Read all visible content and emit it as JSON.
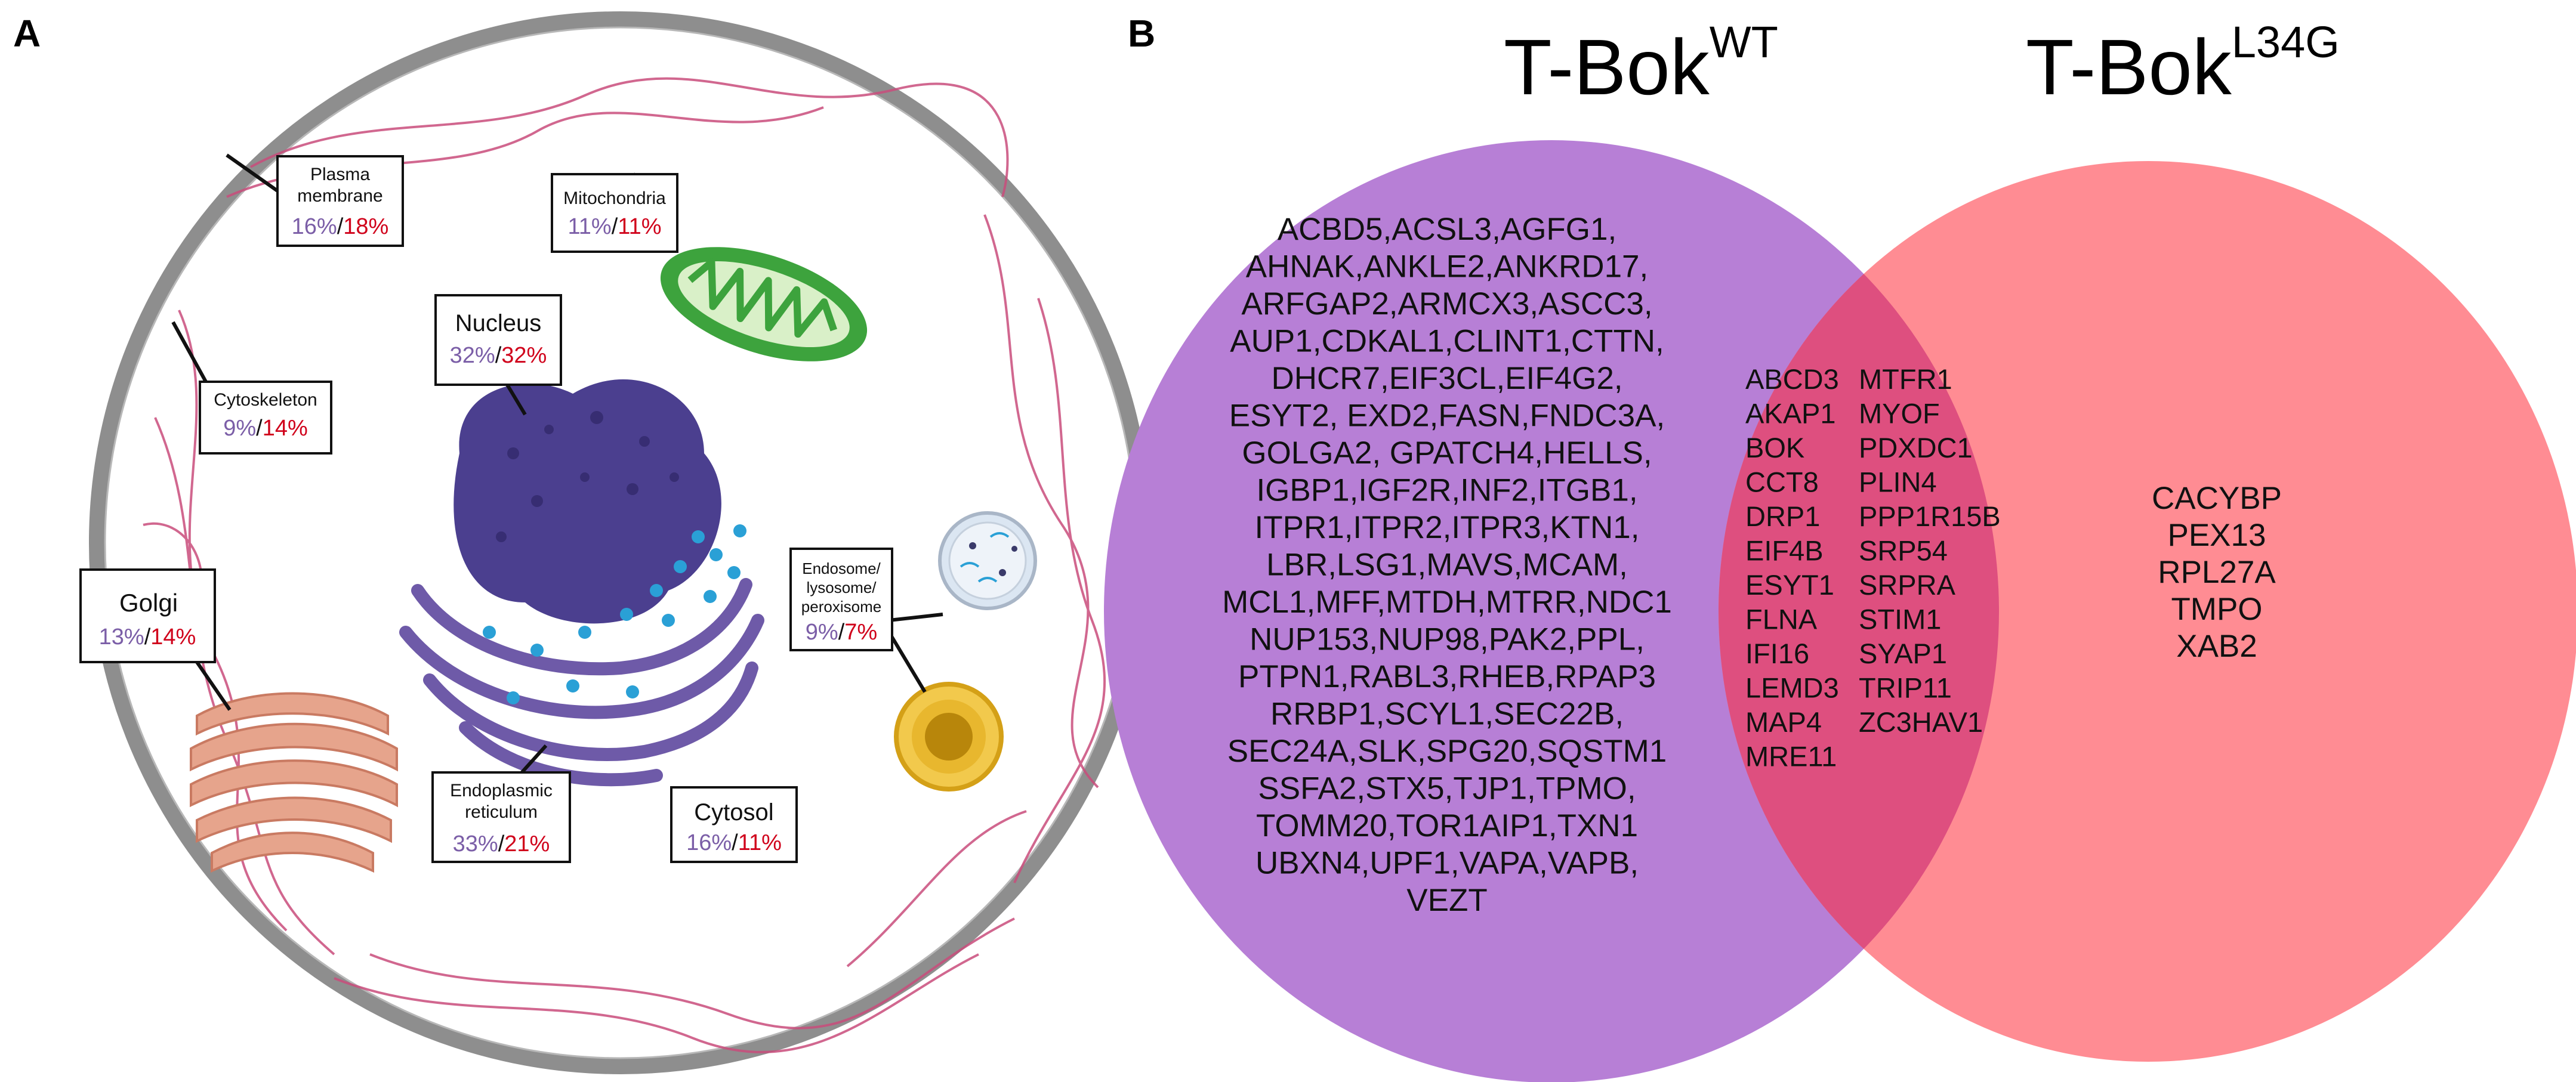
{
  "colors": {
    "wt": "#7b5ea7",
    "mut": "#d0021b",
    "venn_wt": "#b77fd6",
    "venn_mut": "#ff8c93",
    "venn_overlap": "#de4f7f",
    "cell_membrane": "#8e8e8e",
    "cytoskeleton": "#c94d7c",
    "nucleus": "#4b3f8f",
    "er": "#6e5aa8",
    "mitochondria": "#3da33d",
    "golgi": "#e6a48c",
    "endosome": "#dbe6f2",
    "peroxisome": "#e8b72e"
  },
  "panel_a": {
    "letter": "A",
    "compartments": [
      {
        "key": "plasma",
        "lines": [
          "Plasma",
          "membrane"
        ],
        "wt": "16%",
        "mut": "18%"
      },
      {
        "key": "mito",
        "lines": [
          "Mitochondria"
        ],
        "wt": "11%",
        "mut": "11%"
      },
      {
        "key": "nucleus",
        "lines": [
          "Nucleus"
        ],
        "wt": "32%",
        "mut": "32%"
      },
      {
        "key": "cytoskeleton",
        "lines": [
          "Cytoskeleton"
        ],
        "wt": "9%",
        "mut": "14%"
      },
      {
        "key": "golgi",
        "lines": [
          "Golgi"
        ],
        "wt": "13%",
        "mut": "14%"
      },
      {
        "key": "endosome",
        "lines": [
          "Endosome/",
          "lysosome/",
          "peroxisome"
        ],
        "wt": "9%",
        "mut": "7%"
      },
      {
        "key": "er",
        "lines": [
          "Endoplasmic",
          "reticulum"
        ],
        "wt": "33%",
        "mut": "21%"
      },
      {
        "key": "cytosol",
        "lines": [
          "Cytosol"
        ],
        "wt": "16%",
        "mut": "11%"
      }
    ],
    "separator": "/"
  },
  "panel_b": {
    "letter": "B",
    "title_wt_base": "T-Bok",
    "title_wt_sup": "WT",
    "title_mut_base": "T-Bok",
    "title_mut_sup": "L34G",
    "wt_only": [
      "ACBD5,ACSL3,AGFG1,",
      "AHNAK,ANKLE2,ANKRD17,",
      "ARFGAP2,ARMCX3,ASCC3,",
      "AUP1,CDKAL1,CLINT1,CTTN,",
      "DHCR7,EIF3CL,EIF4G2,",
      "ESYT2, EXD2,FASN,FNDC3A,",
      "GOLGA2, GPATCH4,HELLS,",
      "IGBP1,IGF2R,INF2,ITGB1,",
      "ITPR1,ITPR2,ITPR3,KTN1,",
      "LBR,LSG1,MAVS,MCAM,",
      "MCL1,MFF,MTDH,MTRR,NDC1",
      "NUP153,NUP98,PAK2,PPL,",
      "PTPN1,RABL3,RHEB,RPAP3",
      "RRBP1,SCYL1,SEC22B,",
      "SEC24A,SLK,SPG20,SQSTM1",
      "SSFA2,STX5,TJP1,TPMO,",
      "TOMM20,TOR1AIP1,TXN1",
      "UBXN4,UPF1,VAPA,VAPB,",
      "VEZT"
    ],
    "shared_col1": [
      "ABCD3",
      "AKAP1",
      "BOK",
      "CCT8",
      "DRP1",
      "EIF4B",
      "ESYT1",
      "FLNA",
      "IFI16",
      "LEMD3",
      "MAP4",
      "MRE11"
    ],
    "shared_col2": [
      "MTFR1",
      "MYOF",
      "PDXDC1",
      "PLIN4",
      "PPP1R15B",
      "SRP54",
      "SRPRA",
      "STIM1",
      "SYAP1",
      "TRIP11",
      "ZC3HAV1"
    ],
    "mut_only": [
      "CACYBP",
      "PEX13",
      "RPL27A",
      "TMPO",
      "XAB2"
    ]
  }
}
